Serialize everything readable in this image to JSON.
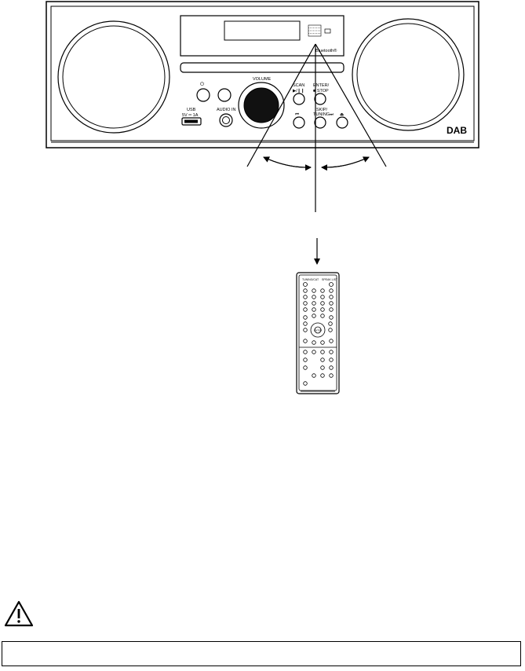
{
  "device": {
    "volume_label": "VOLUME",
    "scan_label": "SCAN",
    "play_pause_symbol": "▶/❙❙",
    "enter_label": "ENTER/",
    "stop_label": "■ STOP",
    "skip_label": "SKIP/",
    "tuning_label": "TUNING",
    "prev_symbol": "⏮",
    "next_symbol": "⏭",
    "eject_symbol": "⏏",
    "usb_label": "USB",
    "usb_rating": "5V ═ 1A",
    "audio_in_label": "AUDIO IN",
    "power_symbol": "⏻",
    "bluetooth_label": "Bluetooth®",
    "dab_logo": "DAB",
    "colors": {
      "line": "#000000",
      "knob": "#111111"
    }
  },
  "remote": {
    "top_left_label": "TUNING/CAT",
    "top_right_label": "SPEAK LIST",
    "centre_key_label": "ENTER"
  }
}
